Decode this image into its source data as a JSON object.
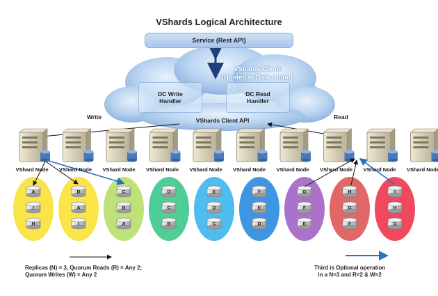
{
  "title": "VShards Logical Architecture",
  "service": {
    "label": "Service (Rest API)"
  },
  "client": {
    "title_line1": "VShards Client",
    "title_line2": "(Hosted in Data Cloud)",
    "write_handler_line1": "DC Write",
    "write_handler_line2": "Handler",
    "read_handler_line1": "DC Read",
    "read_handler_line2": "Handler",
    "api_label": "VShards Client API"
  },
  "arrow_labels": {
    "write": "Write",
    "read": "Read"
  },
  "nodes": [
    {
      "label": "VShard Node",
      "color": "#fae33a",
      "shards": [
        "A",
        "I",
        "H"
      ]
    },
    {
      "label": "VShard Node",
      "color": "#fae33a",
      "shards": [
        "B",
        "A",
        "I"
      ]
    },
    {
      "label": "VShard Node",
      "color": "#b9e06b",
      "shards": [
        "C",
        "B",
        "A"
      ]
    },
    {
      "label": "VShard Node",
      "color": "#3fc98e",
      "shards": [
        "D",
        "C",
        "B"
      ]
    },
    {
      "label": "VShard Node",
      "color": "#3fb6ee",
      "shards": [
        "E",
        "D",
        "C"
      ]
    },
    {
      "label": "VShard Node",
      "color": "#2e8de0",
      "shards": [
        "F",
        "E",
        "D"
      ]
    },
    {
      "label": "VShard Node",
      "color": "#a466c8",
      "shards": [
        "G",
        "F",
        "E"
      ]
    },
    {
      "label": "VShard Node",
      "color": "#e05a5a",
      "shards": [
        "H",
        "G",
        "F"
      ]
    },
    {
      "label": "VShard Node",
      "color": "#ee3a52",
      "shards": [
        "I",
        "H",
        "G"
      ]
    }
  ],
  "legend": {
    "black_line1": "Replicas (N) = 3, Quorum Reads (R) = Any 2;",
    "black_line2": "Quorum Writes (W) = Any 2",
    "blue_line1": "Third is Optional operation",
    "blue_line2": "in a N=3 and R=2 & W=2"
  },
  "colors": {
    "accent_blue": "#2a6fc4",
    "cloud": "#a9c8ec",
    "server": "#d8d1b7"
  }
}
